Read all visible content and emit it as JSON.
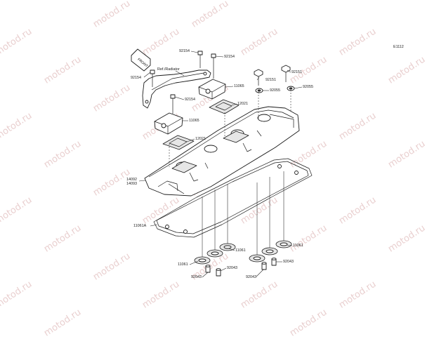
{
  "diagram_code": "E1112",
  "ref_note": "Ref./Radiator",
  "part_labels": {
    "p92154_top": "92154",
    "p92154_mid": "92154",
    "p92154_left": "92154",
    "p92154_b": "92154",
    "p92151_right": "92151",
    "p92151_left": "92151",
    "p92055_left": "92055",
    "p92055_right": "92055",
    "p11065": "11065",
    "p12021_top": "12021",
    "p11065_low": "11065",
    "p12021_low": "12021",
    "p14092": "14092",
    "p14093": "14093",
    "p11061a": "11061A",
    "p11061_mid": "11061",
    "p11061_right": "11061",
    "p11061_left": "11061",
    "p92043_a": "92043",
    "p92043_b": "92043",
    "p92043_c": "92043",
    "p92043_d": "92043"
  },
  "watermark": "motod.ru",
  "colors": {
    "line": "#1a1a1a",
    "watermark": "#e9cfcf",
    "background": "#ffffff"
  }
}
